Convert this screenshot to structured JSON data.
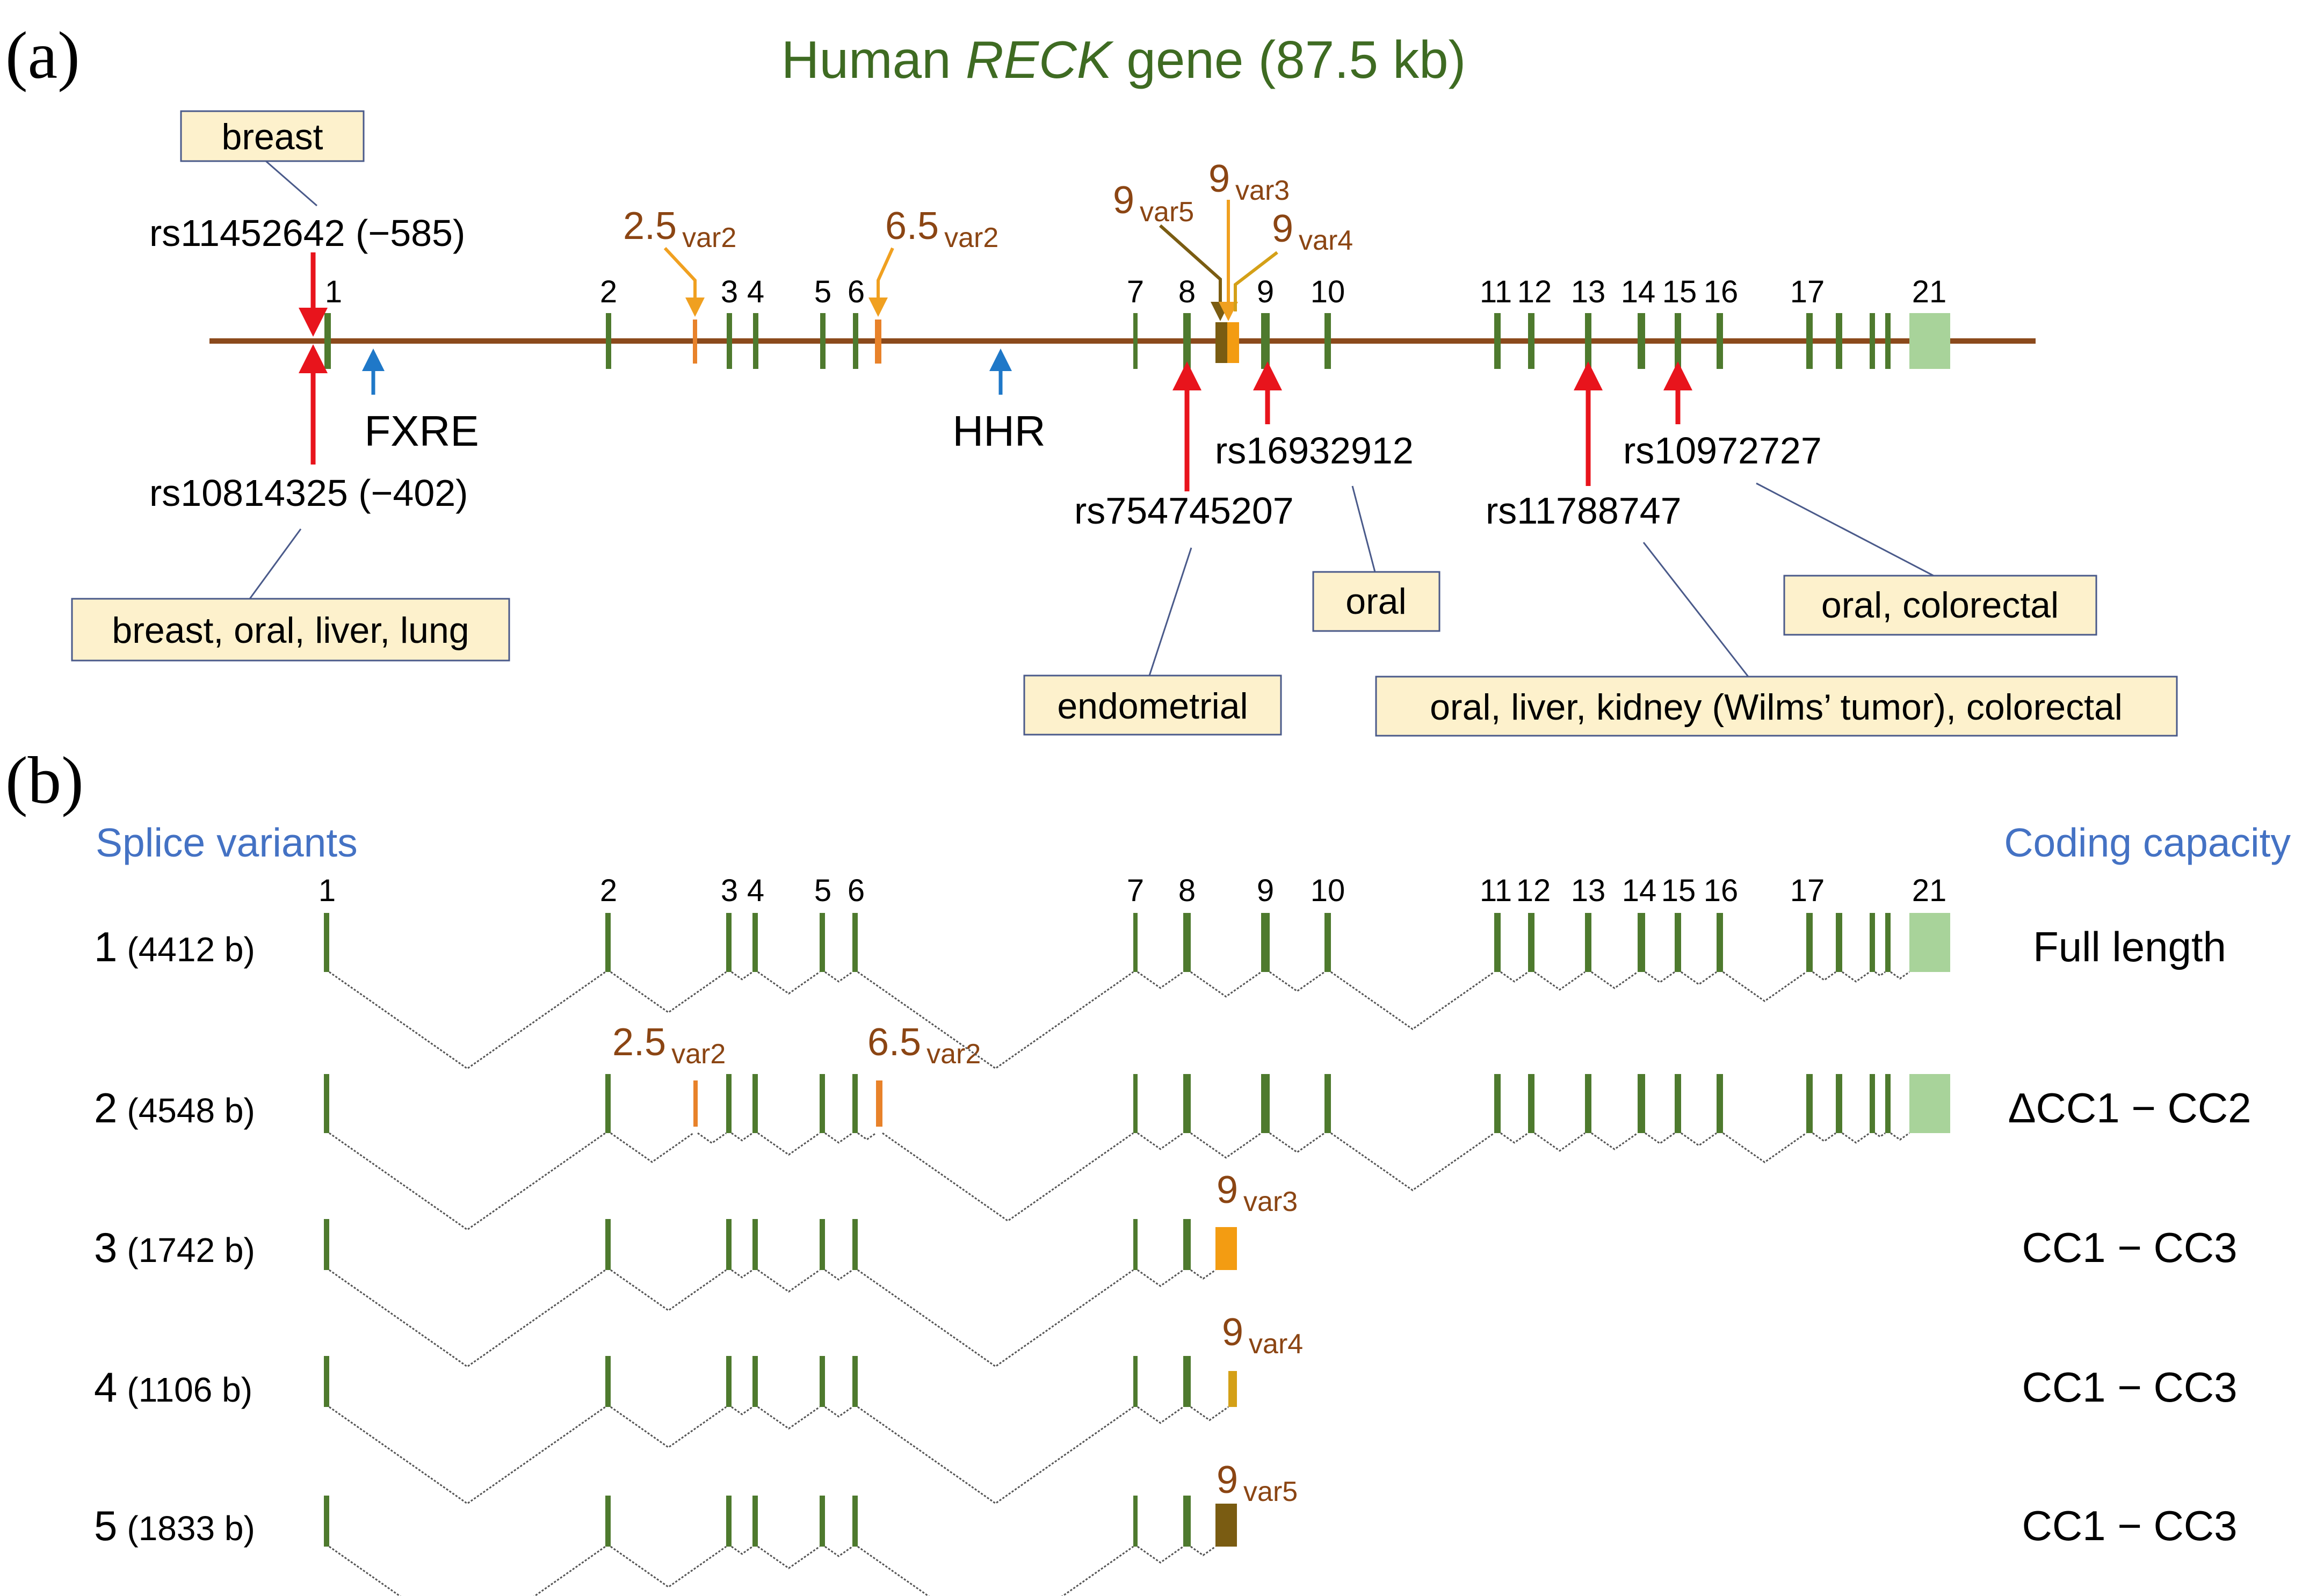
{
  "panel_a": {
    "label": "(a)",
    "title_prefix": "Human ",
    "title_gene": "RECK",
    "title_suffix": " gene (87.5 kb)",
    "exon_labels": [
      "1",
      "2",
      "3",
      "4",
      "5",
      "6",
      "7",
      "8",
      "9",
      "10",
      "11",
      "12",
      "13",
      "14",
      "15",
      "16",
      "17",
      "21"
    ],
    "alt_exons": [
      {
        "num": "2.5",
        "sub": "var2"
      },
      {
        "num": "6.5",
        "sub": "var2"
      },
      {
        "num": "9",
        "sub": "var5"
      },
      {
        "num": "9",
        "sub": "var3"
      },
      {
        "num": "9",
        "sub": "var4"
      }
    ],
    "elements": [
      "FXRE",
      "HHR"
    ],
    "snps": [
      "rs11452642 (−585)",
      "rs10814325 (−402)",
      "rs754745207",
      "rs16932912",
      "rs11788747",
      "rs10972727"
    ],
    "cancer_boxes": [
      "breast",
      "breast, oral, liver, lung",
      "endometrial",
      "oral",
      "oral, liver, kidney (Wilms’ tumor), colorectal",
      "oral, colorectal"
    ]
  },
  "panel_b": {
    "label": "(b)",
    "left_header": "Splice variants",
    "right_header": "Coding capacity",
    "exon_labels": [
      "1",
      "2",
      "3",
      "4",
      "5",
      "6",
      "7",
      "8",
      "9",
      "10",
      "11",
      "12",
      "13",
      "14",
      "15",
      "16",
      "17",
      "21"
    ],
    "variants": [
      {
        "n": "1",
        "len": "(4412 b)",
        "capacity": "Full length"
      },
      {
        "n": "2",
        "len": "(4548 b)",
        "capacity": "ΔCC1 − CC2"
      },
      {
        "n": "3",
        "len": "(1742 b)",
        "capacity": "CC1 − CC3"
      },
      {
        "n": "4",
        "len": "(1106 b)",
        "capacity": "CC1 − CC3"
      },
      {
        "n": "5",
        "len": "(1833 b)",
        "capacity": "CC1 − CC3"
      }
    ],
    "alt_labels": [
      {
        "num": "2.5",
        "sub": "var2"
      },
      {
        "num": "6.5",
        "sub": "var2"
      },
      {
        "num": "9",
        "sub": "var3"
      },
      {
        "num": "9",
        "sub": "var4"
      },
      {
        "num": "9",
        "sub": "var5"
      }
    ]
  },
  "colors": {
    "gene_line": "#8b4a1c",
    "exon": "#4e7a2e",
    "last_exon": "#a8d39a",
    "alt_orange": "#e8822a",
    "var3": "#f39c12",
    "var4": "#d4a017",
    "var5": "#7a5c12",
    "snp_arrow": "#e8141c",
    "element_arrow": "#1f78c8",
    "box_fill": "#fdf1cc",
    "title": "#3e6b22",
    "header": "#4472c4",
    "alt_text": "#8b4513"
  }
}
